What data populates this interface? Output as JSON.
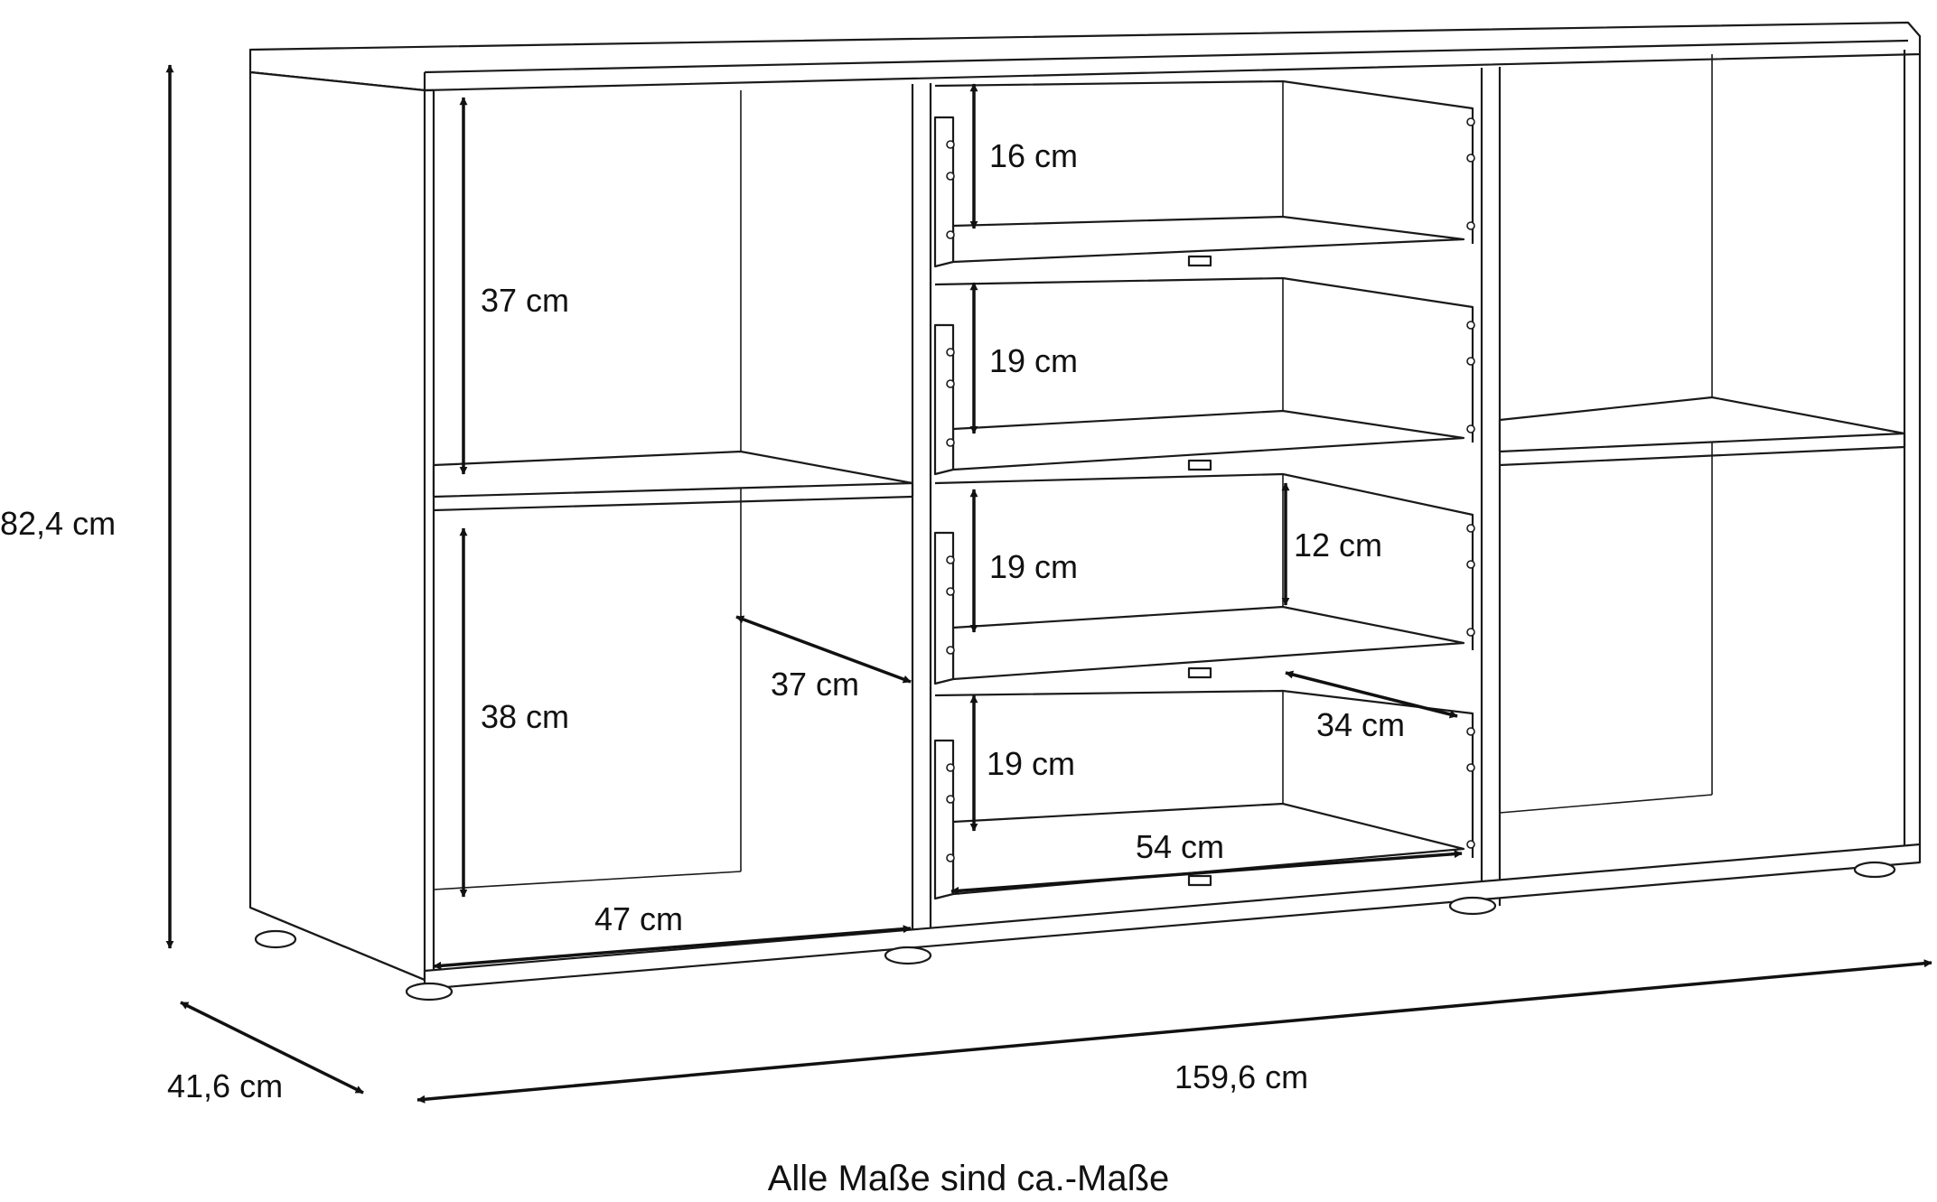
{
  "dimensions": {
    "height_total": "82,4 cm",
    "depth_total": "41,6 cm",
    "width_total": "159,6 cm",
    "left_upper_height": "37 cm",
    "left_lower_height": "38 cm",
    "left_inner_depth": "37 cm",
    "left_inner_width": "47 cm",
    "drawer_1_height": "16 cm",
    "drawer_2_height": "19 cm",
    "drawer_3_height": "19 cm",
    "drawer_3_inner_height": "12 cm",
    "drawer_4_height": "19 cm",
    "drawer_inner_depth": "34 cm",
    "drawer_inner_width": "54 cm"
  },
  "caption": "Alle Maße sind ca.-Maße"
}
